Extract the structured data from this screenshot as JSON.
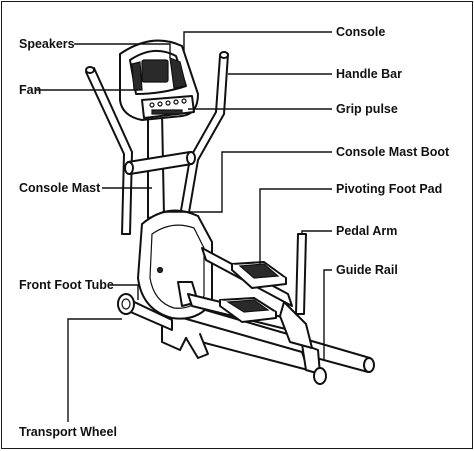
{
  "labels": {
    "speakers": "Speakers",
    "fan": "Fan",
    "console_mast": "Console Mast",
    "front_foot_tube": "Front Foot Tube",
    "transport_wheel": "Transport Wheel",
    "console": "Console",
    "handle_bar": "Handle Bar",
    "grip_pulse": "Grip pulse",
    "console_mast_boot": "Console Mast Boot",
    "pivoting_foot_pad": "Pivoting Foot Pad",
    "pedal_arm": "Pedal Arm",
    "guide_rail": "Guide Rail"
  },
  "colors": {
    "line": "#111111",
    "background": "#ffffff"
  }
}
